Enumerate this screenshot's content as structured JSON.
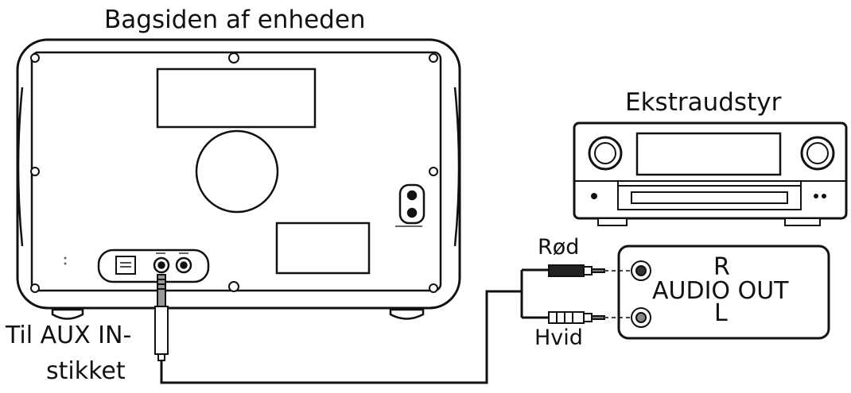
{
  "labels": {
    "device_back_title": "Bagsiden af enheden",
    "external_equipment": "Ekstraudstyr",
    "red": "Rød",
    "white": "Hvid",
    "audio_out_r": "R",
    "audio_out": "AUDIO OUT",
    "audio_out_l": "L",
    "aux_in_line1": "Til AUX IN-",
    "aux_in_line2": "stikket"
  }
}
